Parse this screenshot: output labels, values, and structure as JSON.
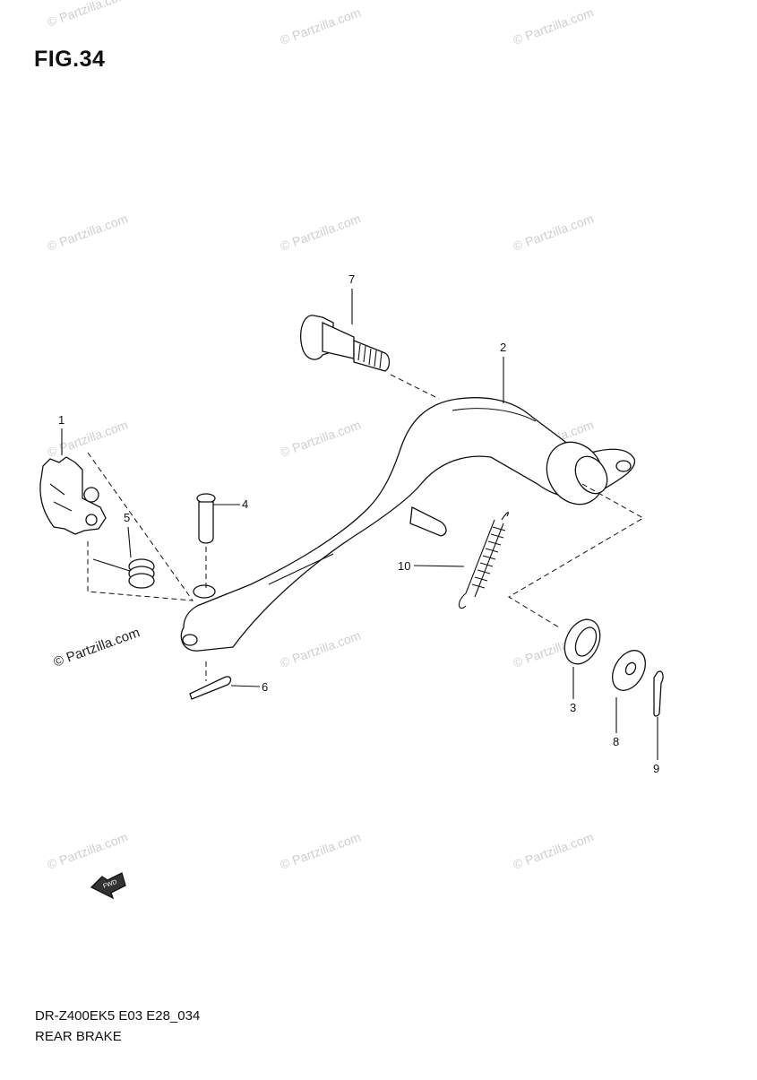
{
  "figure": {
    "title": "FIG.34",
    "diagram_code": "DR-Z400EK5 E03 E28_034",
    "section_name": "REAR BRAKE"
  },
  "callouts": [
    "1",
    "2",
    "3",
    "4",
    "5",
    "6",
    "7",
    "8",
    "9",
    "10"
  ],
  "watermark": {
    "text": "© Partzilla.com",
    "prominent_text": "© Partzilla.com"
  },
  "fwd_arrow_label": "FWD",
  "colors": {
    "ink": "#111111",
    "watermark": "#cfcfcf",
    "background": "#ffffff"
  }
}
